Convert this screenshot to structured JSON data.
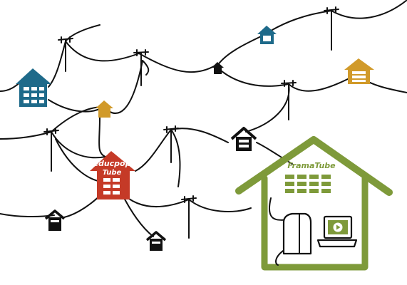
{
  "colors": {
    "background": "#ffffff",
    "wire": "#111111",
    "blue_house": "#1e6a8a",
    "orange_house": "#d19a2a",
    "red_house": "#c53a27",
    "green_house": "#7e9a3a",
    "black_house": "#111111"
  },
  "labels": {
    "educpop_line1": "educpop",
    "educpop_line2": "Tube",
    "framatube": "FramaTube"
  },
  "icons": {
    "server": "server-tower-icon",
    "laptop": "laptop-icon",
    "play": "play-icon"
  }
}
